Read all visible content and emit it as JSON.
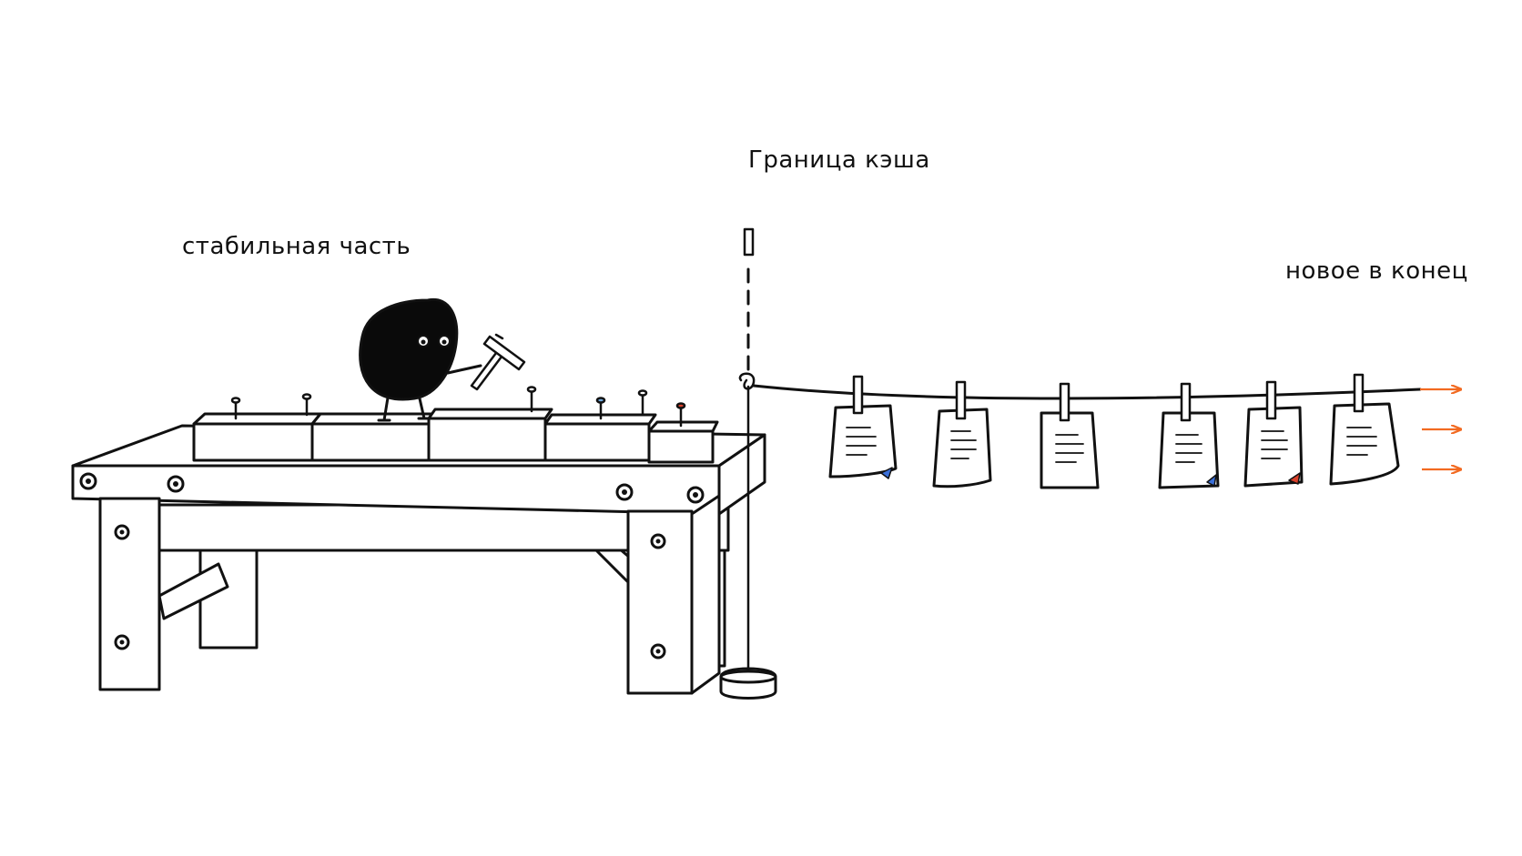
{
  "labels": {
    "stable_part": "стабильная часть",
    "cache_boundary": "Граница кэша",
    "new_at_end": "новое в конец"
  },
  "colors": {
    "ink": "#111111",
    "background": "#ffffff",
    "arrow_accent": "#f26a21",
    "pin_red": "#d9412b",
    "pin_blue": "#3a6fd8"
  },
  "icons": [
    "hammer-icon",
    "nail-icon",
    "clothespin-icon",
    "paper-note-icon",
    "arrow-right-icon",
    "character-blob"
  ]
}
